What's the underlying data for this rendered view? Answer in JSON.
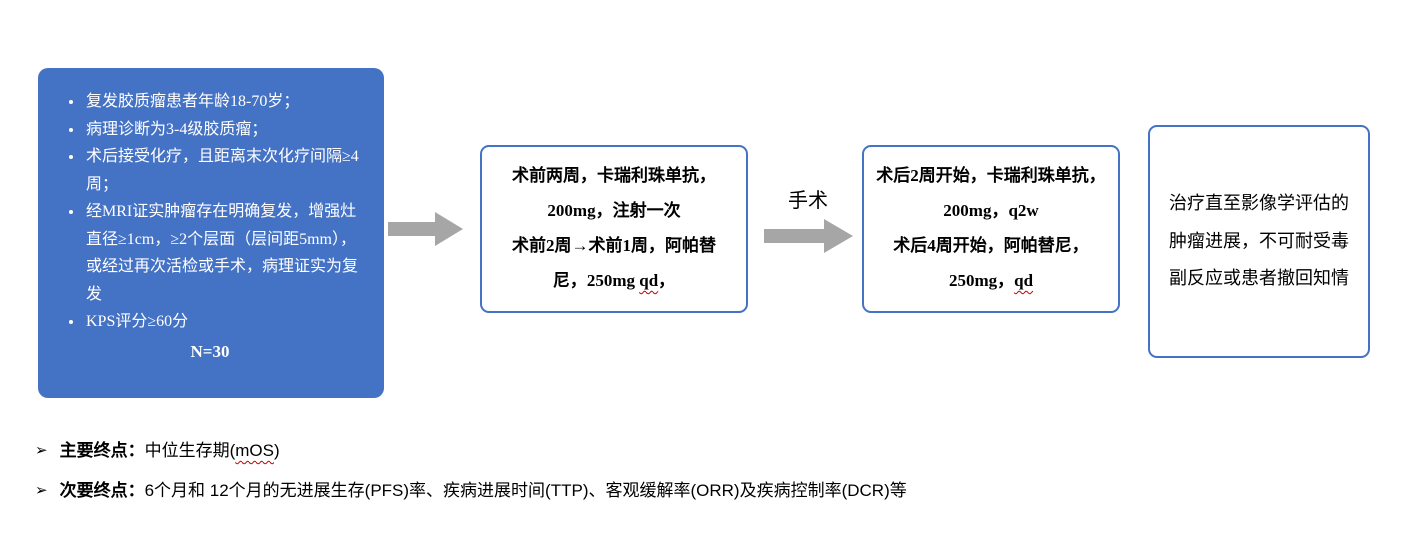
{
  "colors": {
    "box_fill_blue": "#4472C4",
    "box_border_blue": "#4472C4",
    "arrow_gray": "#A6A6A6",
    "squiggle_red": "#C00000"
  },
  "inclusion_box": {
    "bullets": [
      "复发胶质瘤患者年龄18-70岁；",
      "病理诊断为3-4级胶质瘤；",
      "术后接受化疗，且距离末次化疗间隔≥4周；",
      "经MRI证实肿瘤存在明确复发，增强灶直径≥1cm，≥2个层面（层间距5mm），或经过再次活检或手术，病理证实为复发",
      "KPS评分≥60分"
    ],
    "sample_size": "N=30"
  },
  "pre_surgery_box": {
    "line1": "术前两周，卡瑞利珠单抗，200mg，注射一次",
    "line2_prefix": "术前2周→术前1周，阿帕替尼，250mg ",
    "line2_flagged": "qd",
    "line2_suffix": "，"
  },
  "surgery_label": "手术",
  "post_surgery_box": {
    "line1": "术后2周开始，卡瑞利珠单抗，200mg，q2w",
    "line2_prefix": "术后4周开始，阿帕替尼，250mg，",
    "line2_flagged": "qd"
  },
  "treatment_box": {
    "text": "治疗直至影像学评估的肿瘤进展，不可耐受毒副反应或患者撤回知情"
  },
  "endpoints": {
    "bullet_glyph": "➢",
    "primary": {
      "label": "主要终点：",
      "text_prefix": "中位生存期(",
      "flagged": "mOS",
      "text_suffix": ")"
    },
    "secondary": {
      "label": "次要终点：",
      "text": "6个月和 12个月的无进展生存(PFS)率、疾病进展时间(TTP)、客观缓解率(ORR)及疾病控制率(DCR)等"
    }
  }
}
